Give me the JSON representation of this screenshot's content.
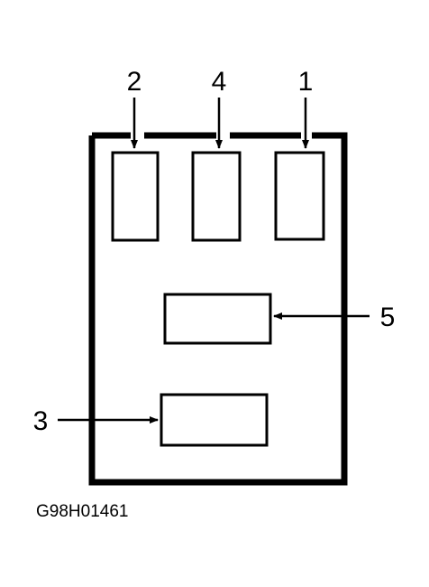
{
  "figure": {
    "id": "G98H01461"
  },
  "callouts": [
    {
      "label": "1"
    },
    {
      "label": "2"
    },
    {
      "label": "3"
    },
    {
      "label": "4"
    },
    {
      "label": "5"
    }
  ],
  "colors": {
    "ink": "#000000",
    "background": "#ffffff"
  }
}
